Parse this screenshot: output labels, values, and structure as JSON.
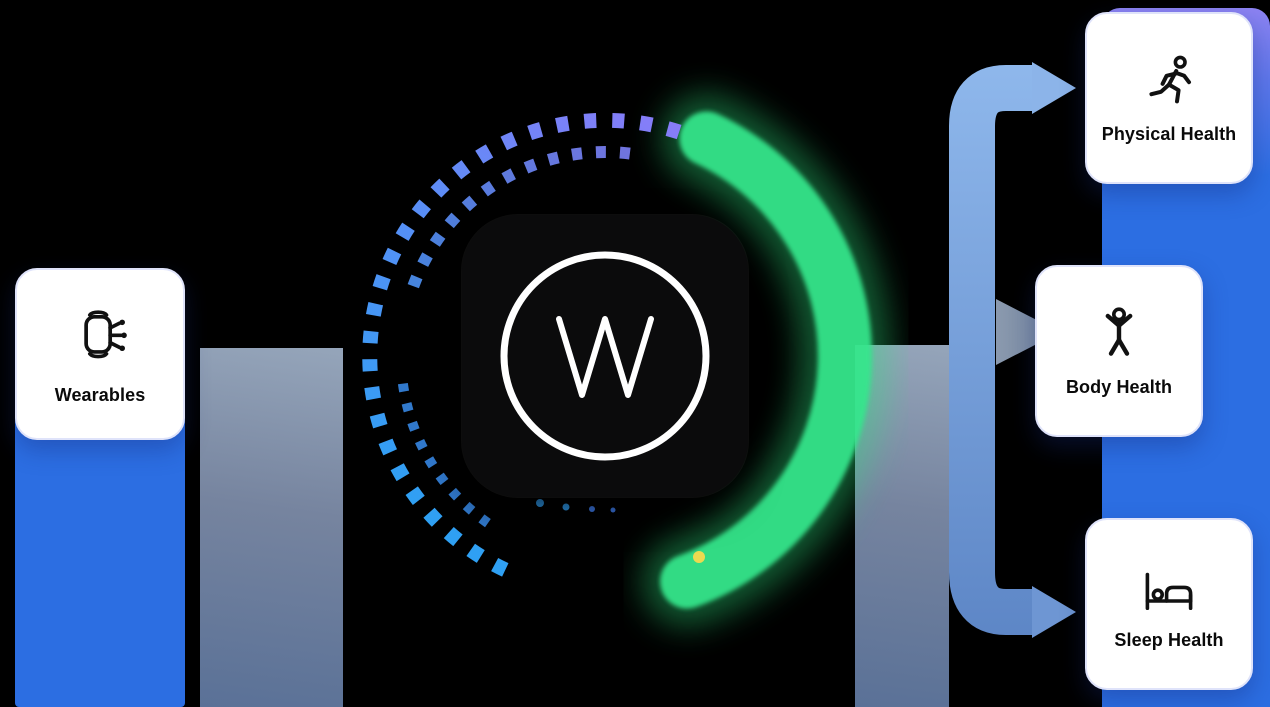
{
  "colors": {
    "background": "#000000",
    "band_blue": "#2c6ee2",
    "band_purple_top": "#8d83f2",
    "slab_light": "#95a5ba",
    "slab_dark": "#5a7197",
    "connector_light": "#8fb8ec",
    "connector_dark": "#5d86c6",
    "ring_blue": "#2fa0f3",
    "ring_purple": "#8b7bf8",
    "ring_green": "#34e78c",
    "card_background": "#ffffff",
    "card_border": "#dfe3fa",
    "label_text": "#0a0a0a",
    "logo_background": "#0b0b0c",
    "logo_foreground": "#ffffff"
  },
  "diagram": {
    "source": {
      "label": "Wearables",
      "icon": "smartwatch-icon"
    },
    "hub": {
      "logo_letter": "W"
    },
    "outputs": [
      {
        "label": "Physical Health",
        "icon": "runner-icon"
      },
      {
        "label": "Body Health",
        "icon": "body-icon"
      },
      {
        "label": "Sleep Health",
        "icon": "bed-icon"
      }
    ]
  }
}
